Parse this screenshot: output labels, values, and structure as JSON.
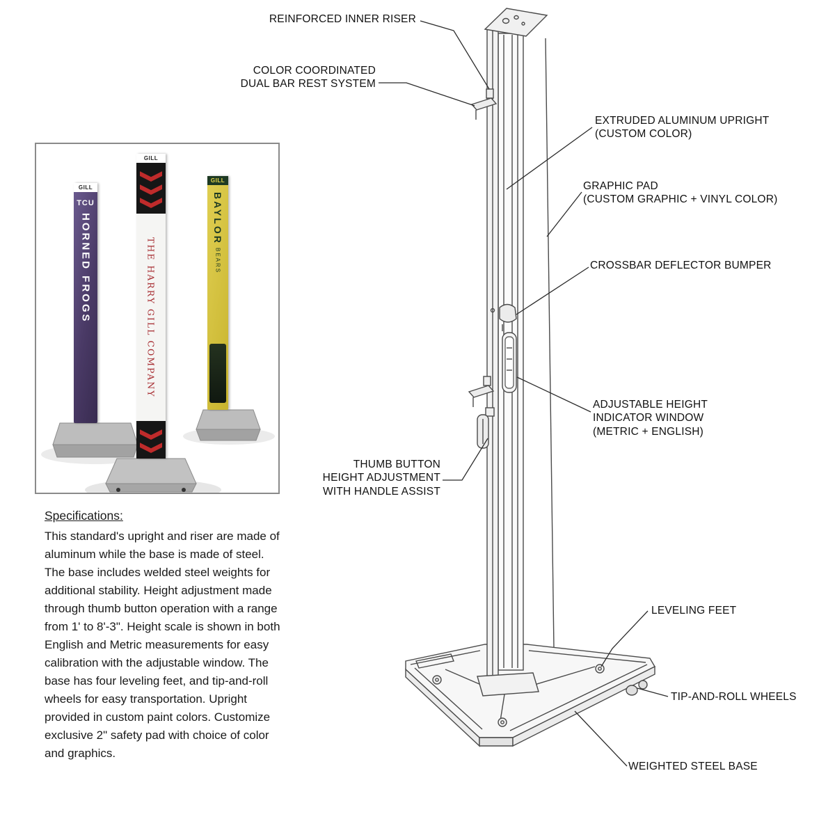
{
  "callouts": {
    "riser": "REINFORCED INNER RISER",
    "bar_rest": "COLOR COORDINATED\nDUAL BAR REST SYSTEM",
    "upright": "EXTRUDED ALUMINUM UPRIGHT\n(CUSTOM COLOR)",
    "graphic_pad": "GRAPHIC PAD\n(CUSTOM GRAPHIC + VINYL COLOR)",
    "bumper": "CROSSBAR DEFLECTOR BUMPER",
    "indicator": "ADJUSTABLE HEIGHT\nINDICATOR WINDOW\n(METRIC + ENGLISH)",
    "thumb": "THUMB BUTTON\nHEIGHT ADJUSTMENT\nWITH HANDLE ASSIST",
    "leveling": "LEVELING FEET",
    "wheels": "TIP-AND-ROLL WHEELS",
    "base": "WEIGHTED STEEL BASE"
  },
  "inset": {
    "left_pole": {
      "brand": "GILL",
      "team": "TCU",
      "label": "HORNED FROGS"
    },
    "center_pole": {
      "brand": "GILL",
      "label": "THE HARRY GILL COMPANY"
    },
    "right_pole": {
      "brand": "GILL",
      "label": "BAYLOR",
      "sub": "BEARS"
    }
  },
  "specs": {
    "heading": "Specifications:",
    "body": "This standard's upright and riser are made of aluminum while the base is made of steel. The base includes welded steel weights for additional stability. Height adjustment made through thumb button operation with a range from 1' to 8'-3\". Height scale is shown in both English and Metric measurements for easy calibration with the adjustable window. The base has four leveling feet, and tip-and-roll wheels for easy transportation. Upright provided in custom paint colors. Customize exclusive 2\" safety pad with choice of color and graphics.",
    "colors": {
      "line": "#4a4a4a",
      "leader": "#2b2b2b",
      "purple": "#4d3d68",
      "red": "#bf2b2b",
      "yellow": "#d6c53e"
    }
  }
}
